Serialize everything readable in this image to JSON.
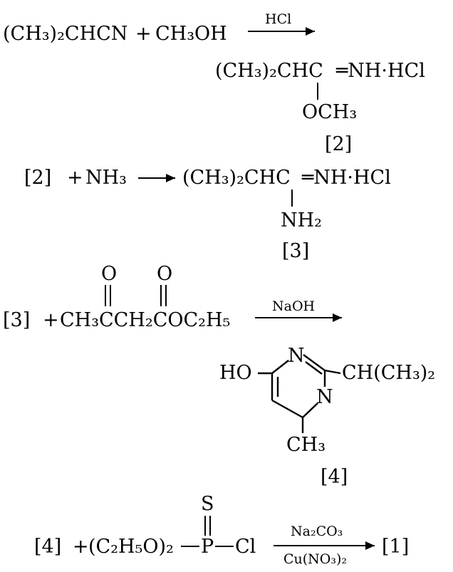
{
  "reaction1": {
    "reactant_a": "(CH₃)₂CHCN",
    "plus": "+",
    "reactant_b": "CH₃OH",
    "reagent": "HCl",
    "product_main": "(CH₃)₂CHC",
    "product_imine": "═NH·HCl",
    "product_sub": "OCH₃",
    "product_label": "[2]"
  },
  "reaction2": {
    "reactant_label": "[2]",
    "plus": "+",
    "reagent": "NH₃",
    "product_main": "(CH₃)₂CHC",
    "product_imine": "═NH·HCl",
    "product_sub": "NH₂",
    "product_label": "[3]"
  },
  "reaction3": {
    "reactant_label": "[3]",
    "plus": "+",
    "ester_carbonyl_o1": "O",
    "ester_carbonyl_o2": "O",
    "ester_formula": "CH₃CCH₂COC₂H₅",
    "reagent": "NaOH",
    "product": {
      "hydroxy": "HO",
      "n_top": "N",
      "n_right": "N",
      "substituent": "CH(CH₃)₂",
      "methyl": "CH₃"
    },
    "product_label": "[4]"
  },
  "reaction4": {
    "reactant_label": "[4]",
    "plus": "+",
    "phosphorus_group": "(C₂H₅O)₂",
    "sulfur": "S",
    "phosphorus": "P",
    "chlorine": "Cl",
    "reagent_top": "Na₂CO₃",
    "reagent_bottom": "Cu(NO₃)₂",
    "product_label": "[1]"
  }
}
